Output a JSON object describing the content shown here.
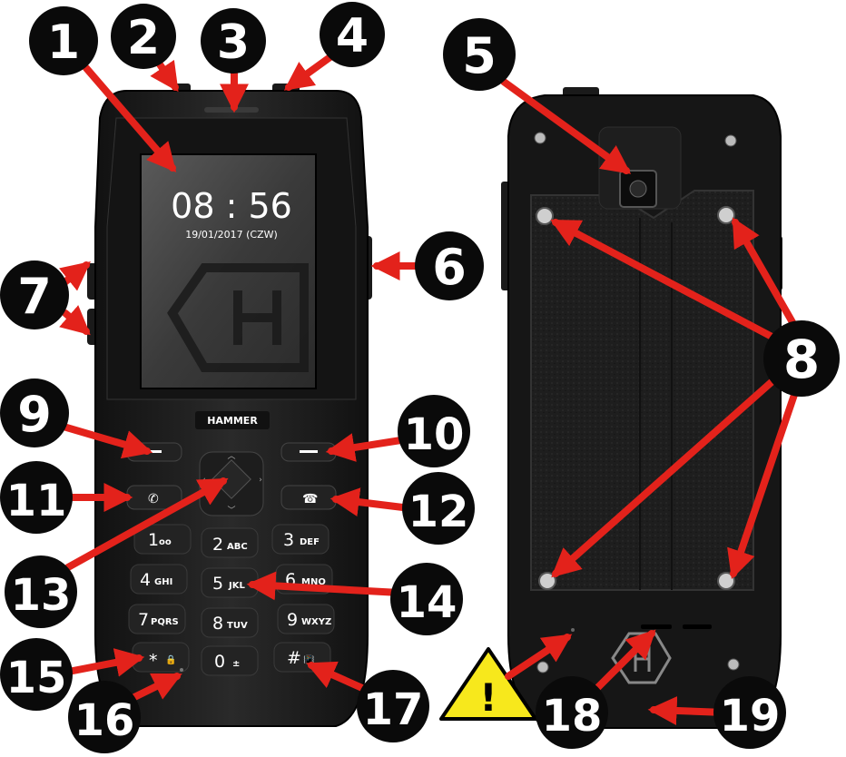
{
  "screen": {
    "time": "08 : 56",
    "date": "19/01/2017 (CZW)"
  },
  "brand": "HAMMER",
  "keypad": {
    "k1": {
      "main": "1",
      "sub": "oo"
    },
    "k2": {
      "main": "2",
      "sub": "ABC"
    },
    "k3": {
      "main": "3",
      "sub": "DEF"
    },
    "k4": {
      "main": "4",
      "sub": "GHI"
    },
    "k5": {
      "main": "5",
      "sub": "JKL"
    },
    "k6": {
      "main": "6",
      "sub": "MNO"
    },
    "k7": {
      "main": "7",
      "sub": "PQRS"
    },
    "k8": {
      "main": "8",
      "sub": "TUV"
    },
    "k9": {
      "main": "9",
      "sub": "WXYZ"
    },
    "kstar": {
      "main": "*",
      "sub": "🔒"
    },
    "k0": {
      "main": "0",
      "sub": "±"
    },
    "khash": {
      "main": "#",
      "sub": "📳"
    }
  },
  "callouts": {
    "c1": "1",
    "c2": "2",
    "c3": "3",
    "c4": "4",
    "c5": "5",
    "c6": "6",
    "c7": "7",
    "c8": "8",
    "c9": "9",
    "c10": "10",
    "c11": "11",
    "c12": "12",
    "c13": "13",
    "c14": "14",
    "c15": "15",
    "c16": "16",
    "c17": "17",
    "c18": "18",
    "c19": "19"
  },
  "warning": {
    "symbol": "!"
  },
  "colors": {
    "arrow": "#e3221b",
    "badge": "#0a0a0a",
    "phone_body": "#1b1b1b",
    "warning_fill": "#f7e81c"
  }
}
